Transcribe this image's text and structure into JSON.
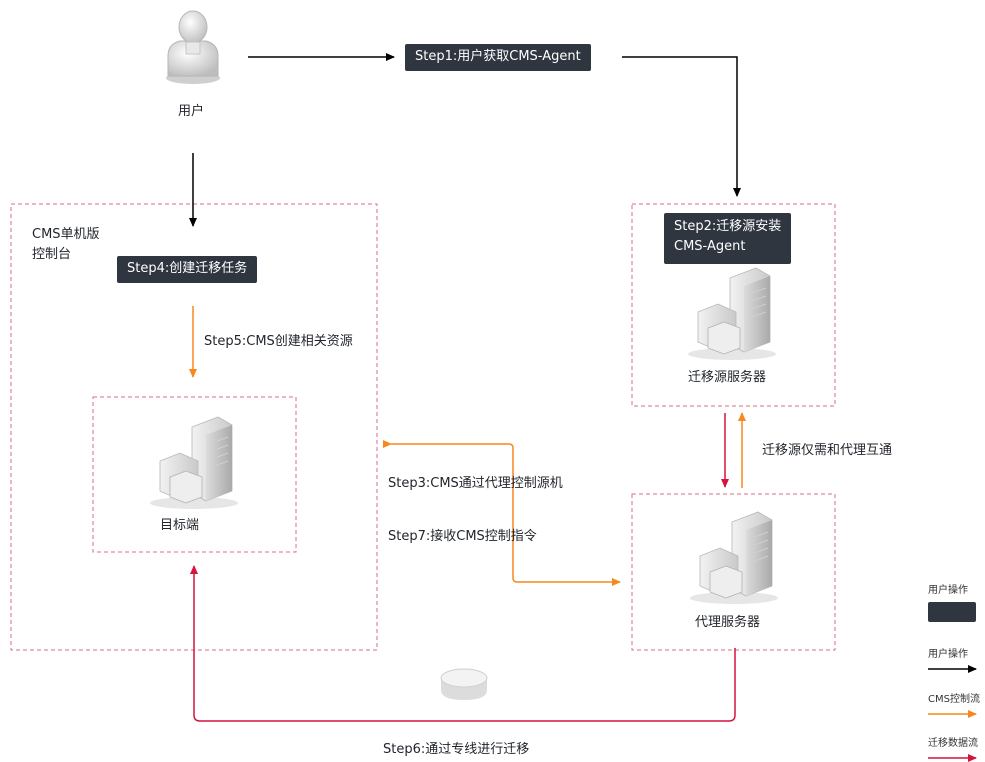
{
  "user": {
    "label": "用户"
  },
  "steps": {
    "step1": "Step1:用户获取CMS-Agent",
    "step2_line1": "Step2:迁移源安装",
    "step2_line2": "CMS-Agent",
    "step3": "Step3:CMS通过代理控制源机",
    "step4": "Step4:创建迁移任务",
    "step5": "Step5:CMS创建相关资源",
    "step6": "Step6:通过专线进行迁移",
    "step7": "Step7:接收CMS控制指令"
  },
  "console": {
    "title_line1": "CMS单机版",
    "title_line2": "控制台"
  },
  "nodes": {
    "target": "目标端",
    "source_server": "迁移源服务器",
    "proxy_server": "代理服务器"
  },
  "notes": {
    "source_proxy_link": "迁移源仅需和代理互通"
  },
  "legend": {
    "items": [
      {
        "label": "用户操作",
        "kind": "box",
        "color": "#2f3640"
      },
      {
        "label": "用户操作",
        "kind": "arrow",
        "color": "#000000"
      },
      {
        "label": "CMS控制流",
        "kind": "arrow",
        "color": "#f5891f"
      },
      {
        "label": "迁移数据流",
        "kind": "arrow",
        "color": "#d4143d"
      }
    ]
  },
  "colors": {
    "user_flow": "#000000",
    "cms_control_flow": "#f5891f",
    "migration_data_flow": "#d4143d",
    "dashed_border": "#d9707f",
    "step_box": "#2f3640"
  }
}
